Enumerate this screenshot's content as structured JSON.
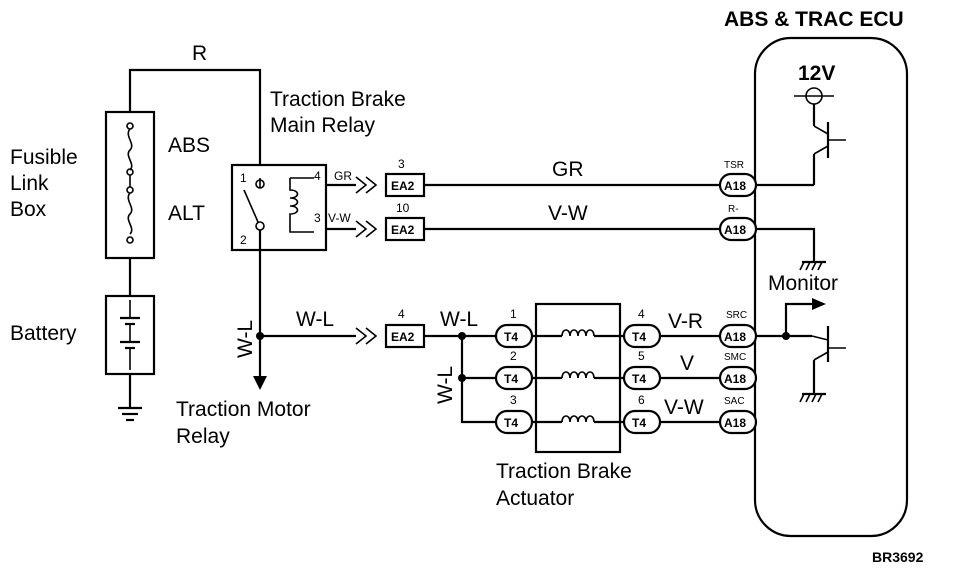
{
  "ecu": {
    "title": "ABS & TRAC ECU",
    "supply": "12V",
    "monitor": "Monitor"
  },
  "fusible_link_box": {
    "title_lines": [
      "Fusible",
      "Link",
      "Box"
    ],
    "fuses": [
      "ABS",
      "ALT"
    ]
  },
  "battery": {
    "label": "Battery"
  },
  "main_relay": {
    "title_lines": [
      "Traction Brake",
      "Main Relay"
    ],
    "pins": [
      "1",
      "2",
      "4",
      "3"
    ]
  },
  "motor_relay": {
    "title_lines": [
      "Traction Motor",
      "Relay"
    ]
  },
  "actuator": {
    "title_lines": [
      "Traction Brake",
      "Actuator"
    ]
  },
  "wires": {
    "top_feed": "R",
    "relay_out": "W-L",
    "to_connector": "W-L",
    "after_connector": "W-L",
    "branch": "W-L",
    "gr_short": "GR",
    "gr_long": "GR",
    "vw_short": "V-W",
    "vw_long": "V-W",
    "act_1": "V-R",
    "act_2": "V",
    "act_3": "V-W"
  },
  "connectors": {
    "ea2_top": {
      "name": "EA2",
      "pin": "3"
    },
    "ea2_mid": {
      "name": "EA2",
      "pin": "10"
    },
    "ea2_low": {
      "name": "EA2",
      "pin": "4"
    },
    "t4_in": [
      {
        "name": "T4",
        "pin": "1"
      },
      {
        "name": "T4",
        "pin": "2"
      },
      {
        "name": "T4",
        "pin": "3"
      }
    ],
    "t4_out": [
      {
        "name": "T4",
        "pin": "4"
      },
      {
        "name": "T4",
        "pin": "5"
      },
      {
        "name": "T4",
        "pin": "6"
      }
    ],
    "a18": [
      {
        "name": "A18",
        "signal": "TSR"
      },
      {
        "name": "A18",
        "signal": "R-"
      },
      {
        "name": "A18",
        "signal": "SRC"
      },
      {
        "name": "A18",
        "signal": "SMC"
      },
      {
        "name": "A18",
        "signal": "SAC"
      }
    ]
  },
  "figure_code": "BR3692"
}
